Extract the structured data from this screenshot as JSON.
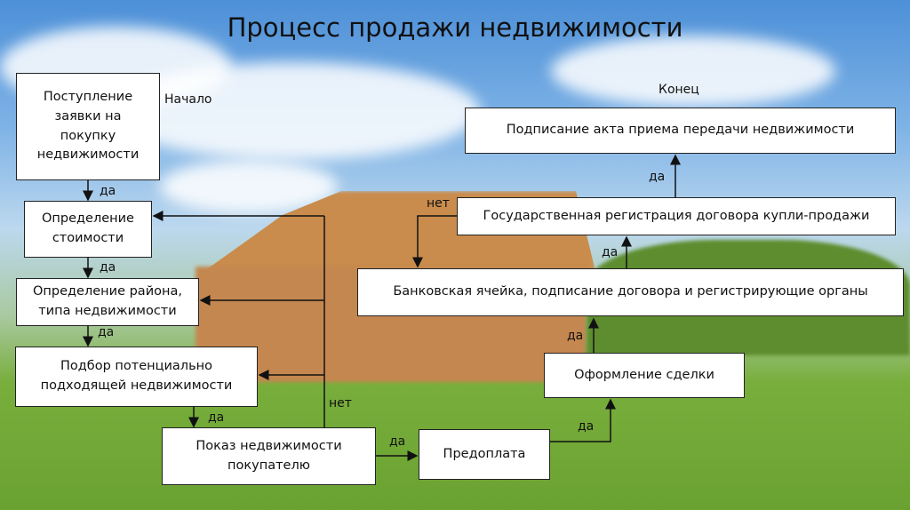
{
  "title": "Процесс продажи недвижимости",
  "labels": {
    "start": "Начало",
    "end": "Конец",
    "yes": "да",
    "no": "нет"
  },
  "boxes": {
    "application": "Поступление заявки на покупку недвижимости",
    "valuation": "Определение стоимости",
    "district": "Определение района, типа недвижимости",
    "selection": "Подбор потенциально подходящей недвижимости",
    "showing": "Показ недвижимости покупателю",
    "prepayment": "Предоплата",
    "deal": "Оформление сделки",
    "bank": "Банковская ячейка, подписание договора и регистрирующие органы",
    "registration": "Государственная регистрация договора купли-продажи",
    "act": "Подписание акта приема передачи недвижимости"
  }
}
